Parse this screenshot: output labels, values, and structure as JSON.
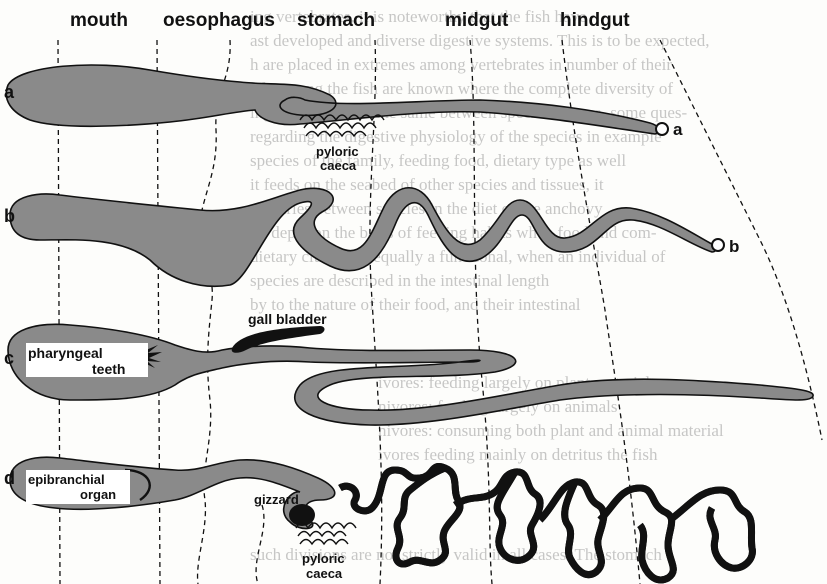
{
  "diagram": {
    "regions": [
      "mouth",
      "oesophagus",
      "stomach",
      "midgut",
      "hindgut"
    ],
    "row_labels": [
      "a",
      "b",
      "c",
      "d"
    ],
    "end_labels": [
      "a",
      "b"
    ],
    "structures": {
      "pyloric_caeca_top": [
        "pyloric",
        "caeca"
      ],
      "gall_bladder": "gall bladder",
      "pharyngeal_teeth": [
        "pharyngeal",
        "teeth"
      ],
      "epibranchial_organ": [
        "epibranchial",
        "organ"
      ],
      "gizzard": "gizzard",
      "pyloric_caeca_bottom": [
        "pyloric",
        "caeca"
      ]
    },
    "colors": {
      "gut_fill": "#8a8a8a",
      "outline": "#111111",
      "background": "#fdfdfb"
    }
  },
  "background_text": [
    "ing vertebrates, it is noteworthy that the fish have",
    "ast developed and diverse digestive systems. This is to be expected,",
    "h are placed in extremes among vertebrates in number of their",
    "life among the fish are known where the complete diversity of",
    "ing finds so much the same between species. Hence, some ques-",
    "regarding the digestive physiology of the species in example",
    "species of the family, feeding food, dietary type as well",
    "it feeds on the seabed of other species and tissues, it",
    "ch varies between species in the diet of the anchovy",
    "on depth on the basis of feeding habits when food and com-",
    "dietary clusters is equally a functional, when an individual of",
    "species are described in the intestinal length",
    "by to the nature of their food, and their intestinal",
    "ivores: feeding largely on plant material",
    "nivores: feeding largely on animals",
    "nivores: consuming both plant and animal material",
    "ivores feeding mainly on detritus the fish",
    "such divisions are not strictly valid in all cases. The stomach"
  ]
}
